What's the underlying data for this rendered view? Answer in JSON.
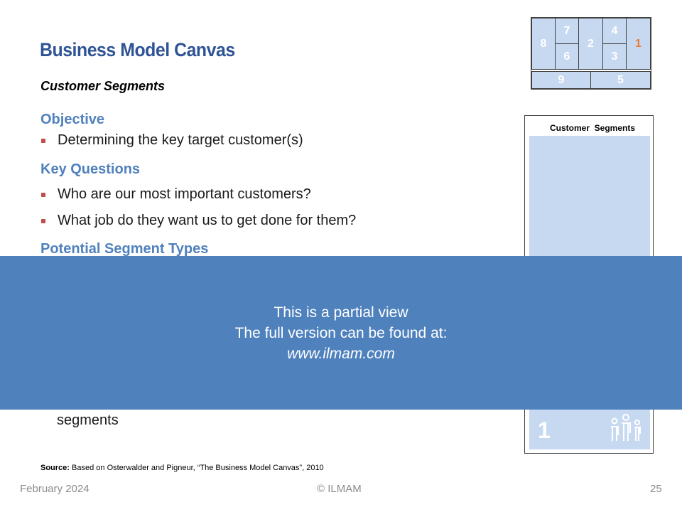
{
  "slide": {
    "title": "Business Model Canvas",
    "subtitle": "Customer Segments",
    "sections": {
      "objective": {
        "heading": "Objective",
        "bullets": [
          "Determining the key target customer(s)"
        ]
      },
      "key_questions": {
        "heading": "Key Questions",
        "bullets": [
          "Who are our most important customers?",
          "What job do they want us to get done for them?"
        ]
      },
      "segment_types": {
        "heading": "Potential Segment Types",
        "trailing_text": "segments"
      }
    },
    "source": {
      "label": "Source:",
      "text": "Based on Osterwalder and Pigneur, “The Business Model Canvas”, 2010"
    }
  },
  "mini_map": {
    "cells": [
      "8",
      "7",
      "6",
      "2",
      "4",
      "3",
      "1",
      "9",
      "5"
    ],
    "active_cell": "1",
    "colors": {
      "cell_fill": "#c6d9f0",
      "active_text": "#ed7d31",
      "text": "#ffffff"
    }
  },
  "segment_box": {
    "label": "Customer  Segments",
    "number": "1",
    "icon": "people-icon"
  },
  "overlay": {
    "line1": "This is a partial view",
    "line2": "The full version can be found at:",
    "line3": "www.ilmam.com"
  },
  "footer": {
    "date": "February 2024",
    "copyright": "© ILMAM",
    "page": "25"
  },
  "colors": {
    "title": "#2f5496",
    "heading": "#4f81bd",
    "bullet_marker": "#c0504d",
    "overlay_bg": "#4f81bd",
    "footer": "#8c8c8c"
  }
}
